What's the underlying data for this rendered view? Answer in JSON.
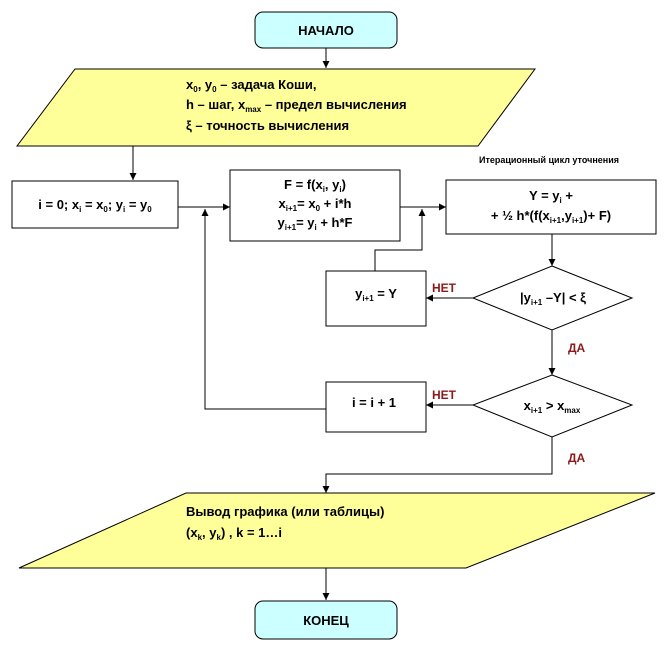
{
  "diagram": {
    "start": "НАЧАЛО",
    "end": "КОНЕЦ",
    "input": {
      "line1_a": "x",
      "line1_sub_a": "0",
      "line1_b": ", y",
      "line1_sub_b": "0",
      "line1_c": " – задача Коши,",
      "line2_a": "h – шаг, x",
      "line2_sub": "max",
      "line2_b": " – предел вычисления",
      "line3": "ξ – точность вычисления"
    },
    "init": {
      "a": "i = 0; x",
      "sub1": "i",
      "b": " = x",
      "sub2": "0",
      "c": "; y",
      "sub3": "i",
      "d": " = y",
      "sub4": "0"
    },
    "compute": {
      "line1_a": "F = f(x",
      "line1_sub1": "i",
      "line1_b": ", y",
      "line1_sub2": "i",
      "line1_c": ")",
      "line2_a": "x",
      "line2_sub1": "i+1",
      "line2_b": "= x",
      "line2_sub2": "0",
      "line2_c": " + i*h",
      "line3_a": "y",
      "line3_sub1": "i+1",
      "line3_b": "= y",
      "line3_sub2": "i",
      "line3_c": " + h*F"
    },
    "iteration_label": "Итерационный цикл уточнения",
    "refine": {
      "line1_a": "Y = y",
      "line1_sub": "i",
      "line1_b": " +",
      "line2_a": "+ ½ h*(f(x",
      "line2_sub1": "i+1",
      "line2_b": ",y",
      "line2_sub2": "i+1",
      "line2_c": ")+ F)"
    },
    "cond1": {
      "a": "|y",
      "sub": "i+1",
      "b": " –Y| < ξ"
    },
    "assign": {
      "a": "y",
      "sub": "i+1",
      "b": " = Y"
    },
    "cond2": {
      "a": "x",
      "sub1": "i+1",
      "b": " > x",
      "sub2": "max"
    },
    "increment": "i = i + 1",
    "output": {
      "line1": "Вывод графика (или таблицы)",
      "line2_a": "(x",
      "line2_sub1": "k",
      "line2_b": ", y",
      "line2_sub2": "k",
      "line2_c": ") , k = 1…i"
    },
    "yes_label": "ДА",
    "no_label": "НЕТ",
    "colors": {
      "terminal_fill": "#ccffff",
      "io_fill": "#ffff99",
      "label_red": "#8b1a1a"
    }
  }
}
